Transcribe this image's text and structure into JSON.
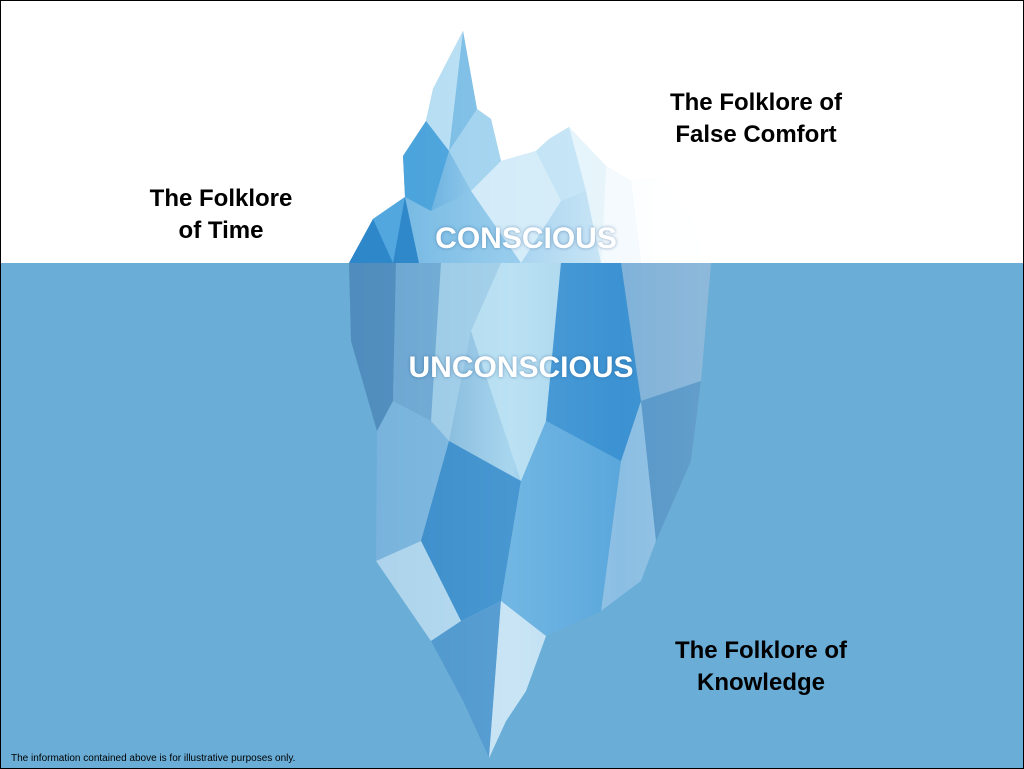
{
  "labels": {
    "folklore_time": [
      "The Folklore",
      "of Time"
    ],
    "folklore_false_comfort": [
      "The Folklore of",
      "False Comfort"
    ],
    "folklore_knowledge": [
      "The Folklore of",
      "Knowledge"
    ]
  },
  "zones": {
    "conscious": "CONSCIOUS",
    "unconscious": "UNCONSCIOUS"
  },
  "footer": {
    "disclaimer": "The information contained above is for illustrative purposes only."
  },
  "colors": {
    "water": "#6aaed8",
    "ice_light": "#e8f4fb",
    "ice_mid": "#8cc4e6",
    "ice_dark": "#2e84c4"
  }
}
